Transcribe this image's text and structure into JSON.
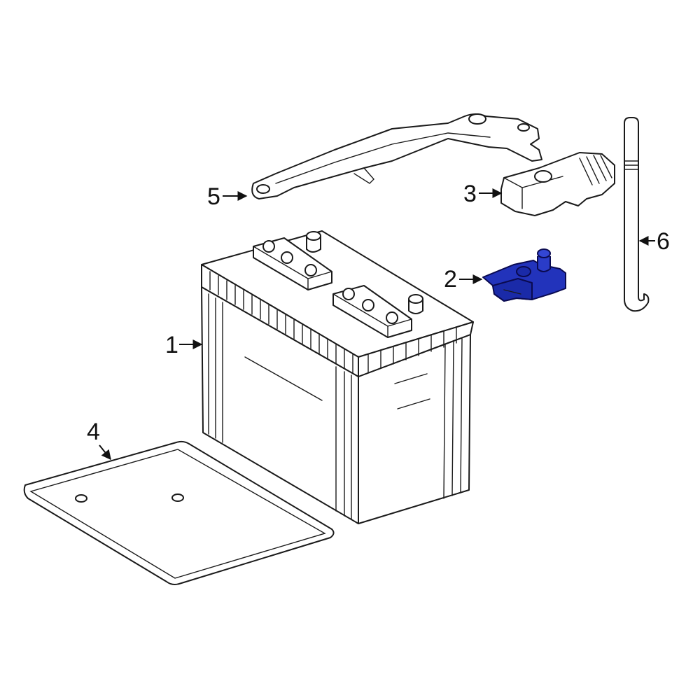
{
  "colors": {
    "line": "#1a1a1a",
    "background": "#ffffff",
    "highlight": "#2233bb",
    "highlight_dark": "#111a80"
  },
  "callouts": {
    "battery": "1",
    "terminal_clamp": "2",
    "terminal_cover": "3",
    "battery_tray": "4",
    "hold_down_bracket": "5",
    "hold_down_rod": "6"
  },
  "highlighted_part": "2"
}
